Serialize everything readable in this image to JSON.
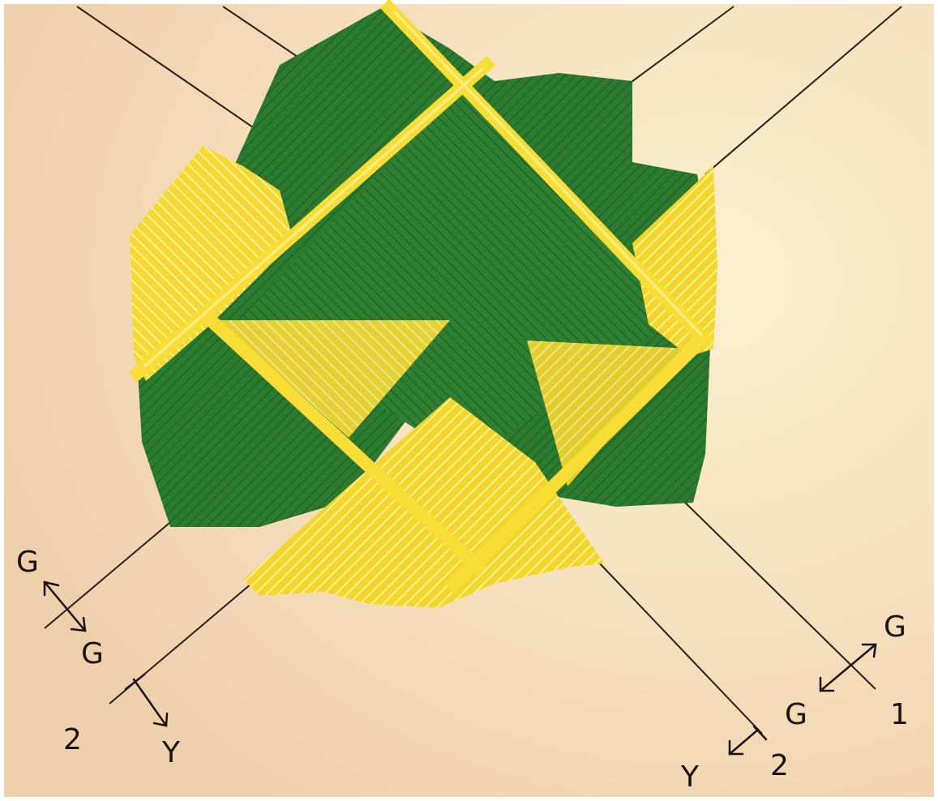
{
  "photo": {
    "subject": "green-and-yellow-strip-sculpture",
    "colors": {
      "paper": "#f3d8b3",
      "paper_highlight": "#fbf1cf",
      "green": "#2b7a2f",
      "green_dark": "#1f5f24",
      "yellow": "#f4d62a",
      "yellow_light": "#fbe85a",
      "ink": "#1a120c"
    },
    "labels": {
      "left_top_g": "G",
      "left_bottom_g": "G",
      "left_two": "2",
      "left_y": "Y",
      "right_top_g": "G",
      "right_mid_g": "G",
      "right_one": "1",
      "right_two": "2",
      "right_y": "Y"
    }
  }
}
